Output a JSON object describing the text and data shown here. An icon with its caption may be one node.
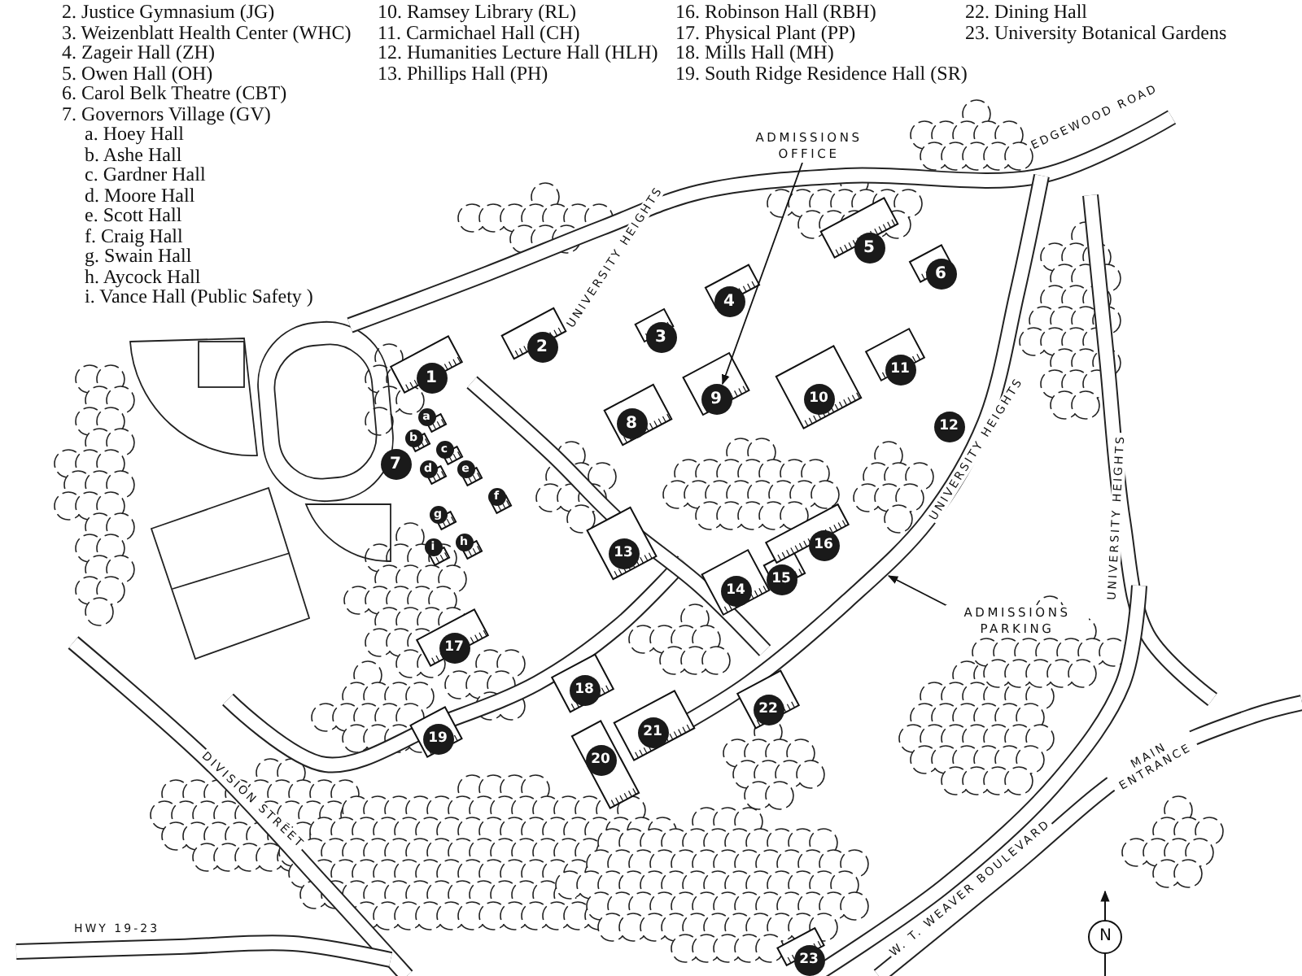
{
  "diagram": {
    "nodes": [
      {
        "text": [
          "1"
        ]
      },
      {
        "text": [
          "2"
        ]
      },
      {
        "text": [
          "3"
        ]
      },
      {
        "text": [
          "4"
        ]
      },
      {
        "text": [
          "5"
        ]
      },
      {
        "text": [
          "6"
        ]
      },
      {
        "text": [
          "7"
        ]
      },
      {
        "text": [
          "8"
        ]
      },
      {
        "text": [
          "9"
        ]
      },
      {
        "text": [
          "10"
        ]
      },
      {
        "text": [
          "11"
        ]
      },
      {
        "text": [
          "12"
        ]
      },
      {
        "text": [
          "13"
        ]
      },
      {
        "text": [
          "14"
        ]
      },
      {
        "text": [
          "15"
        ]
      },
      {
        "text": [
          "16"
        ]
      },
      {
        "text": [
          "17"
        ]
      },
      {
        "text": [
          "18"
        ]
      },
      {
        "text": [
          "19"
        ]
      },
      {
        "text": [
          "20"
        ]
      },
      {
        "text": [
          "21"
        ]
      },
      {
        "text": [
          "22"
        ]
      },
      {
        "text": [
          "23"
        ]
      },
      {
        "text": [
          "a"
        ]
      },
      {
        "text": [
          "b"
        ]
      },
      {
        "text": [
          "c"
        ]
      },
      {
        "text": [
          "d"
        ]
      },
      {
        "text": [
          "e"
        ]
      },
      {
        "text": [
          "f"
        ]
      },
      {
        "text": [
          "g"
        ]
      },
      {
        "text": [
          "h"
        ]
      },
      {
        "text": [
          "i"
        ]
      },
      {
        "text": [
          "ADMISSIONS OFFICE"
        ]
      },
      {
        "text": [
          "ADMISSIONS PARKING"
        ]
      }
    ],
    "edges": [
      {
        "from": 32,
        "to": 8,
        "arrow": "to"
      },
      {
        "from": 33,
        "to": null,
        "arrow": "to"
      }
    ],
    "labels": [
      "2. Justice Gymnasium (JG)",
      "3. Weizenblatt Health Center (WHC)",
      "4. Zageir Hall (ZH)",
      "5. Owen Hall (OH)",
      "6. Carol Belk Theatre (CBT)",
      "7. Governors Village (GV)",
      "a. Hoey Hall",
      "b. Ashe Hall",
      "c. Gardner Hall",
      "d. Moore Hall",
      "e. Scott Hall",
      "f. Craig Hall",
      "g. Swain Hall",
      "h. Aycock Hall",
      "i. Vance Hall (Public Safety )",
      "10. Ramsey Library (RL)",
      "11. Carmichael Hall (CH)",
      "12. Humanities Lecture Hall (HLH)",
      "13. Phillips Hall (PH)",
      "16. Robinson Hall (RBH)",
      "17. Physical Plant (PP)",
      "18. Mills Hall (MH)",
      "19. South Ridge Residence Hall (SR)",
      "22. Dining Hall",
      "23. University Botanical Gardens",
      "UNIVERSITY HEIGHTS",
      "EDGEWOOD ROAD",
      "UNIVERSITY HEIGHTS",
      "UNIVERSITY HEIGHTS",
      "MAIN ENTRANCE",
      "DIVISION STREET",
      "HWY 19-23",
      "W. T. WEAVER BOULEVARD",
      "N"
    ]
  }
}
